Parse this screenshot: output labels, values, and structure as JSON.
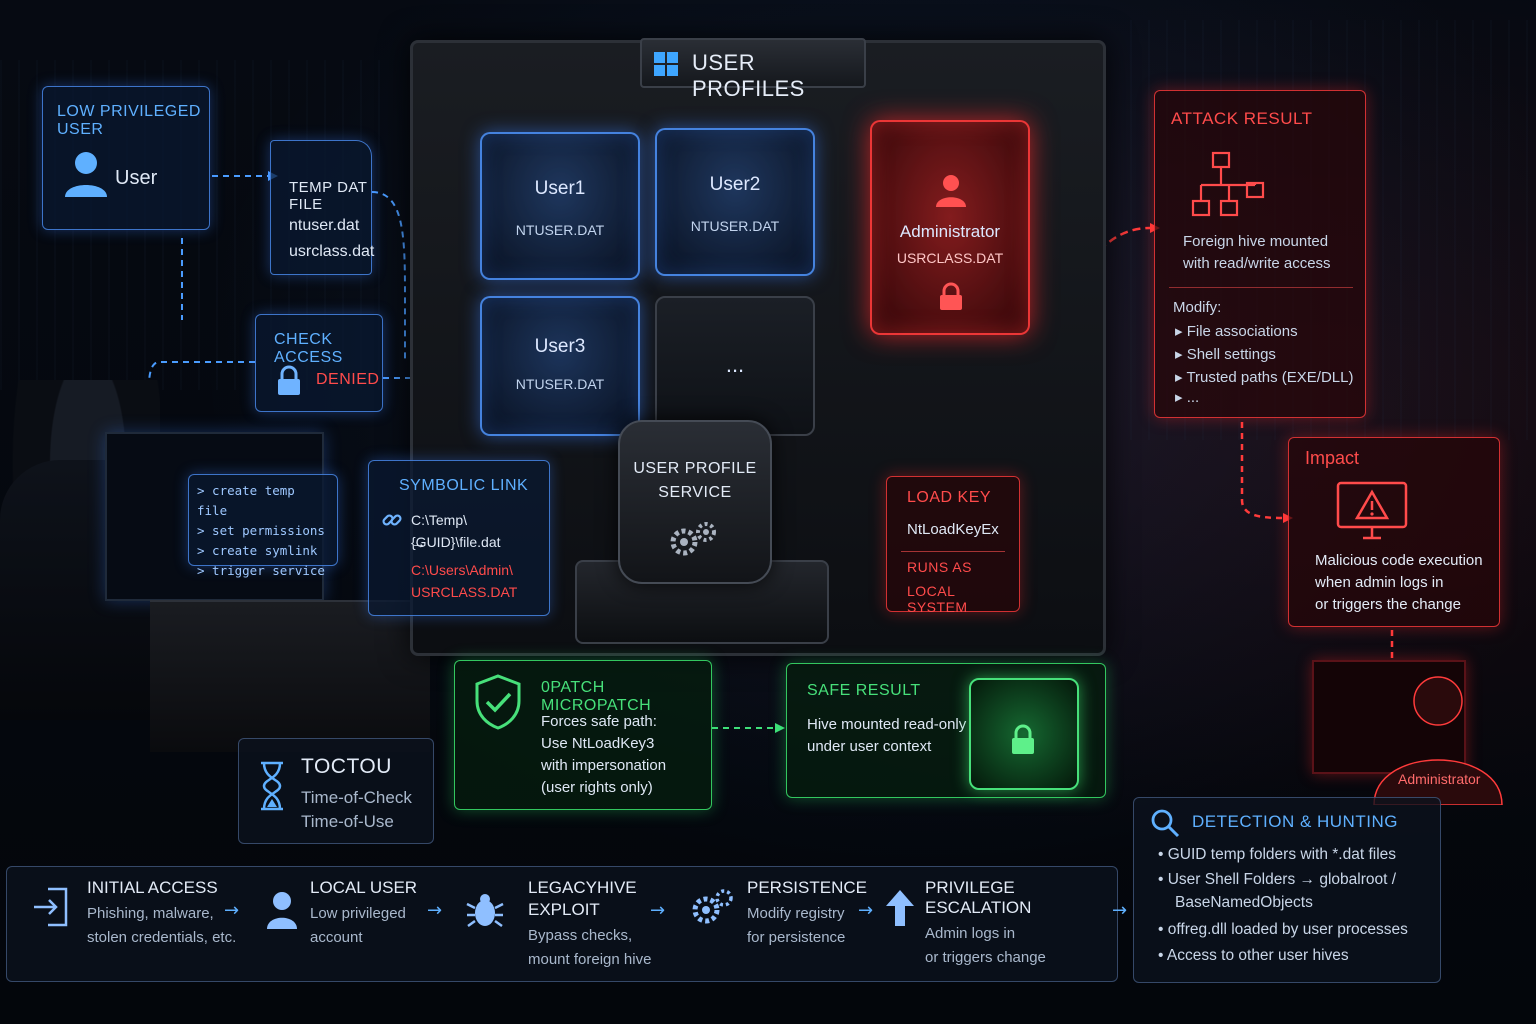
{
  "cabinet": {
    "title": "USER PROFILES"
  },
  "cells": {
    "user1": {
      "name": "User1",
      "file": "NTUSER.DAT"
    },
    "user2": {
      "name": "User2",
      "file": "NTUSER.DAT"
    },
    "user3": {
      "name": "User3",
      "file": "NTUSER.DAT"
    },
    "more": {
      "name": "..."
    },
    "admin": {
      "name": "Administrator",
      "file": "USRCLASS.DAT"
    }
  },
  "low_user": {
    "title": "LOW PRIVILEGED USER",
    "label": "User"
  },
  "temp_file": {
    "title": "TEMP DAT FILE",
    "files": [
      "ntuser.dat",
      "usrclass.dat"
    ]
  },
  "check_access": {
    "title": "CHECK ACCESS",
    "status": "DENIED"
  },
  "terminal": {
    "lines": [
      "> create temp file",
      "> set permissions",
      "> create symlink",
      "> trigger service"
    ]
  },
  "symlink": {
    "title": "SYMBOLIC LINK",
    "source": "C:\\Temp\\{GUID}\\file.dat",
    "arrow": "→",
    "target_line1": "C:\\Users\\Admin\\",
    "target_line2": "USRCLASS.DAT"
  },
  "service": {
    "line1": "USER PROFILE",
    "line2": "SERVICE"
  },
  "load_key": {
    "title": "LOAD KEY",
    "api": "NtLoadKeyEx",
    "runs_line1": "RUNS AS",
    "runs_line2": "LOCAL SYSTEM"
  },
  "attack_result": {
    "title": "ATTACK RESULT",
    "desc_line1": "Foreign hive mounted",
    "desc_line2": "with read/write access",
    "modify_label": "Modify:",
    "items": [
      "File associations",
      "Shell settings",
      "Trusted paths (EXE/DLL)",
      "..."
    ]
  },
  "impact": {
    "title": "Impact",
    "lines": [
      "Malicious code execution",
      "when admin logs in",
      "or triggers the change"
    ]
  },
  "admin_person": {
    "label": "Administrator"
  },
  "micropatch": {
    "title": "0PATCH MICROPATCH",
    "lines": [
      "Forces safe path:",
      "Use NtLoadKey3",
      "with impersonation",
      "(user rights only)"
    ]
  },
  "safe_result": {
    "title": "SAFE RESULT",
    "lines": [
      "Hive mounted read-only",
      "under user context"
    ]
  },
  "toctou": {
    "title": "TOCTOU",
    "line1": "Time-of-Check",
    "line2": "Time-of-Use"
  },
  "detection": {
    "title": "DETECTION & HUNTING",
    "items": [
      "GUID temp folders with *.dat files",
      "User Shell Folders → globalroot /",
      "BaseNamedObjects",
      "offreg.dll loaded by user processes",
      "Access to other user hives"
    ]
  },
  "steps": [
    {
      "title": "INITIAL ACCESS",
      "desc": [
        "Phishing, malware,",
        "stolen credentials, etc."
      ],
      "icon": "sign-in-icon"
    },
    {
      "title": "LOCAL USER",
      "desc": [
        "Low privileged",
        "account"
      ],
      "icon": "user-icon"
    },
    {
      "title_line1": "LEGACYHIVE",
      "title_line2": "EXPLOIT",
      "desc": [
        "Bypass checks,",
        "mount foreign hive"
      ],
      "icon": "bug-icon"
    },
    {
      "title": "PERSISTENCE",
      "desc": [
        "Modify registry",
        "for persistence"
      ],
      "icon": "gear-icon"
    },
    {
      "title": "PRIVILEGE ESCALATION",
      "desc": [
        "Admin logs in",
        "or triggers change"
      ],
      "icon": "up-arrow-icon"
    }
  ],
  "colors": {
    "blue": "#5fb0ff",
    "red": "#ff4b4b",
    "green": "#47e07a"
  }
}
